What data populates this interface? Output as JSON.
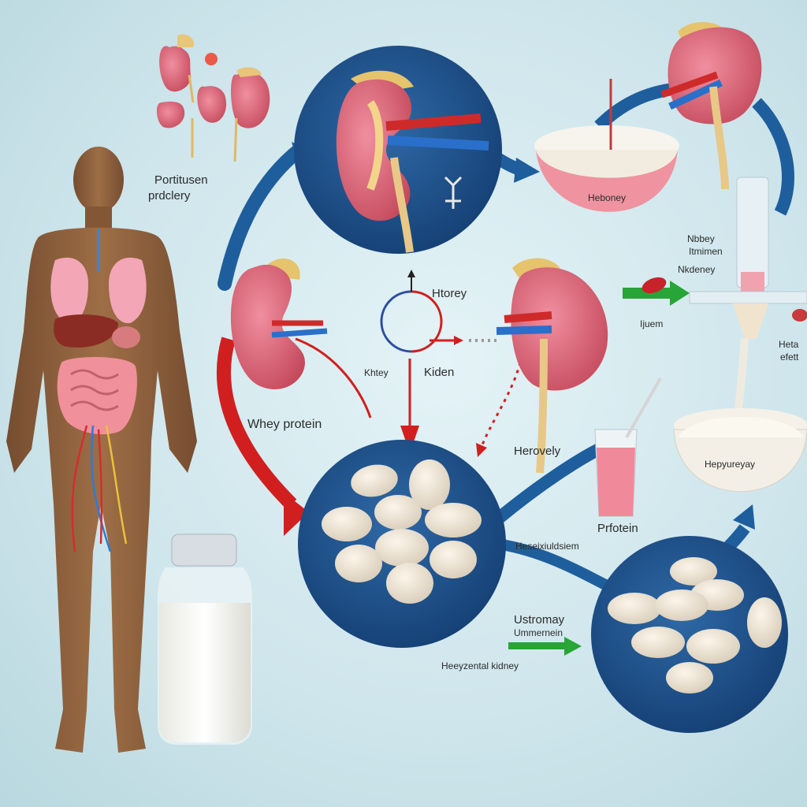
{
  "labels": {
    "top_left_line1": "Portitusen",
    "top_left_line2": "prdclery",
    "top_bowl": "Heboney",
    "center_top": "Htorey",
    "center_left": "Khtey",
    "center_right": "Kiden",
    "left_kidney": "Whey protein",
    "middle_right": "Herovely",
    "right_top_1": "Nbbey",
    "right_top_2": "Itmimen",
    "right_top_3": "Nkdeney",
    "right_arrow": "Ijuem",
    "right_edge_1": "Heta",
    "right_edge_2": "efett",
    "right_bowl": "Hepyureyay",
    "glass": "Prfotein",
    "bottom_mid": "Heseixiuldsiem",
    "bottom_1": "Ustromay",
    "bottom_2": "Ummernein",
    "bottom_3": "Heeyzental kidney"
  },
  "colors": {
    "circle_blue": "#1d4f8a",
    "arrow_blue": "#1f5e9c",
    "arrow_red": "#d11f1f",
    "arrow_green": "#27a536",
    "kidney_pink": "#d9606e",
    "skin": "#8a5530"
  }
}
